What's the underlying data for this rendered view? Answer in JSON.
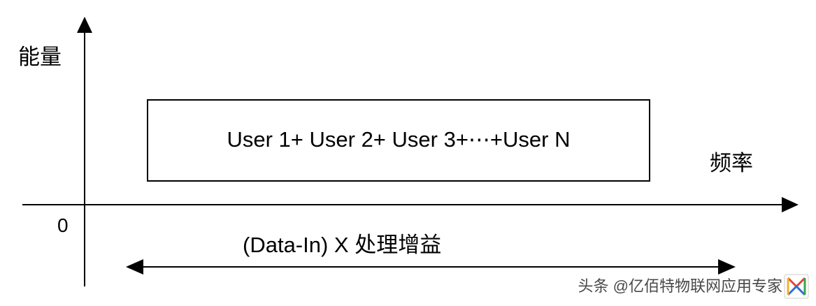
{
  "diagram": {
    "y_axis_label": "能量",
    "x_axis_label": "频率",
    "origin_label": "0",
    "signal_box_text": "User 1+ User 2+ User 3+⋯+User N",
    "bandwidth_label": "(Data-In) X 处理增益"
  },
  "watermark": {
    "text": "头条 @亿佰特物联网应用专家",
    "logo_icon": "watermark-logo-icon"
  }
}
